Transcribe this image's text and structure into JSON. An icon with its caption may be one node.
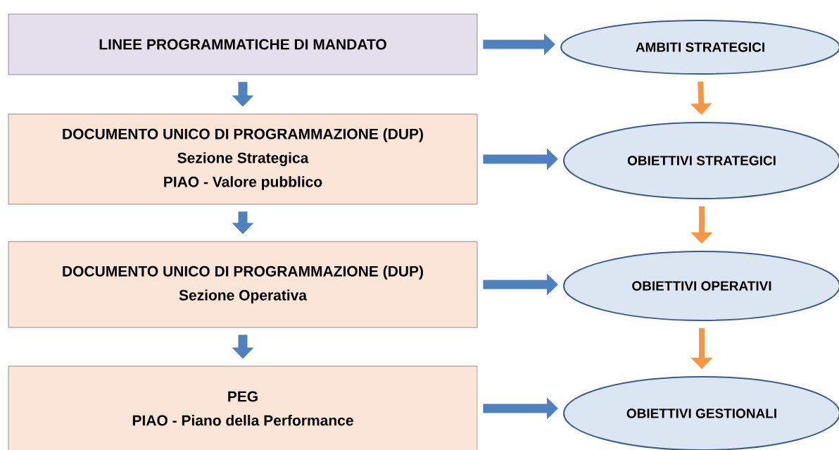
{
  "diagram": {
    "nodes": [
      {
        "text": [
          "LINEE PROGRAMMATICHE DI MANDATO"
        ]
      },
      {
        "text": [
          "DOCUMENTO UNICO DI PROGRAMMAZIONE (DUP)",
          "Sezione Strategica",
          "PIAO - Valore pubblico"
        ]
      },
      {
        "text": [
          "DOCUMENTO UNICO DI PROGRAMMAZIONE (DUP)",
          "Sezione Operativa"
        ]
      },
      {
        "text": [
          "PEG",
          "PIAO - Piano della Performance"
        ]
      },
      {
        "text": [
          "AMBITI STRATEGICI"
        ]
      },
      {
        "text": [
          "OBIETTIVI STRATEGICI"
        ]
      },
      {
        "text": [
          "OBIETTIVI OPERATIVI"
        ]
      },
      {
        "text": [
          "OBIETTIVI GESTIONALI"
        ]
      }
    ],
    "edges": [
      {
        "from": 0,
        "to": 1,
        "arrow": "to"
      },
      {
        "from": 1,
        "to": 2,
        "arrow": "to"
      },
      {
        "from": 2,
        "to": 3,
        "arrow": "to"
      },
      {
        "from": 0,
        "to": 4,
        "arrow": "to"
      },
      {
        "from": 1,
        "to": 5,
        "arrow": "to"
      },
      {
        "from": 2,
        "to": 6,
        "arrow": "to"
      },
      {
        "from": 3,
        "to": 7,
        "arrow": "to"
      },
      {
        "from": 4,
        "to": 5,
        "arrow": "to",
        "color": "#f79646"
      },
      {
        "from": 5,
        "to": 6,
        "arrow": "to",
        "color": "#f79646"
      },
      {
        "from": 6,
        "to": 7,
        "arrow": "to",
        "color": "#f79646"
      }
    ]
  }
}
